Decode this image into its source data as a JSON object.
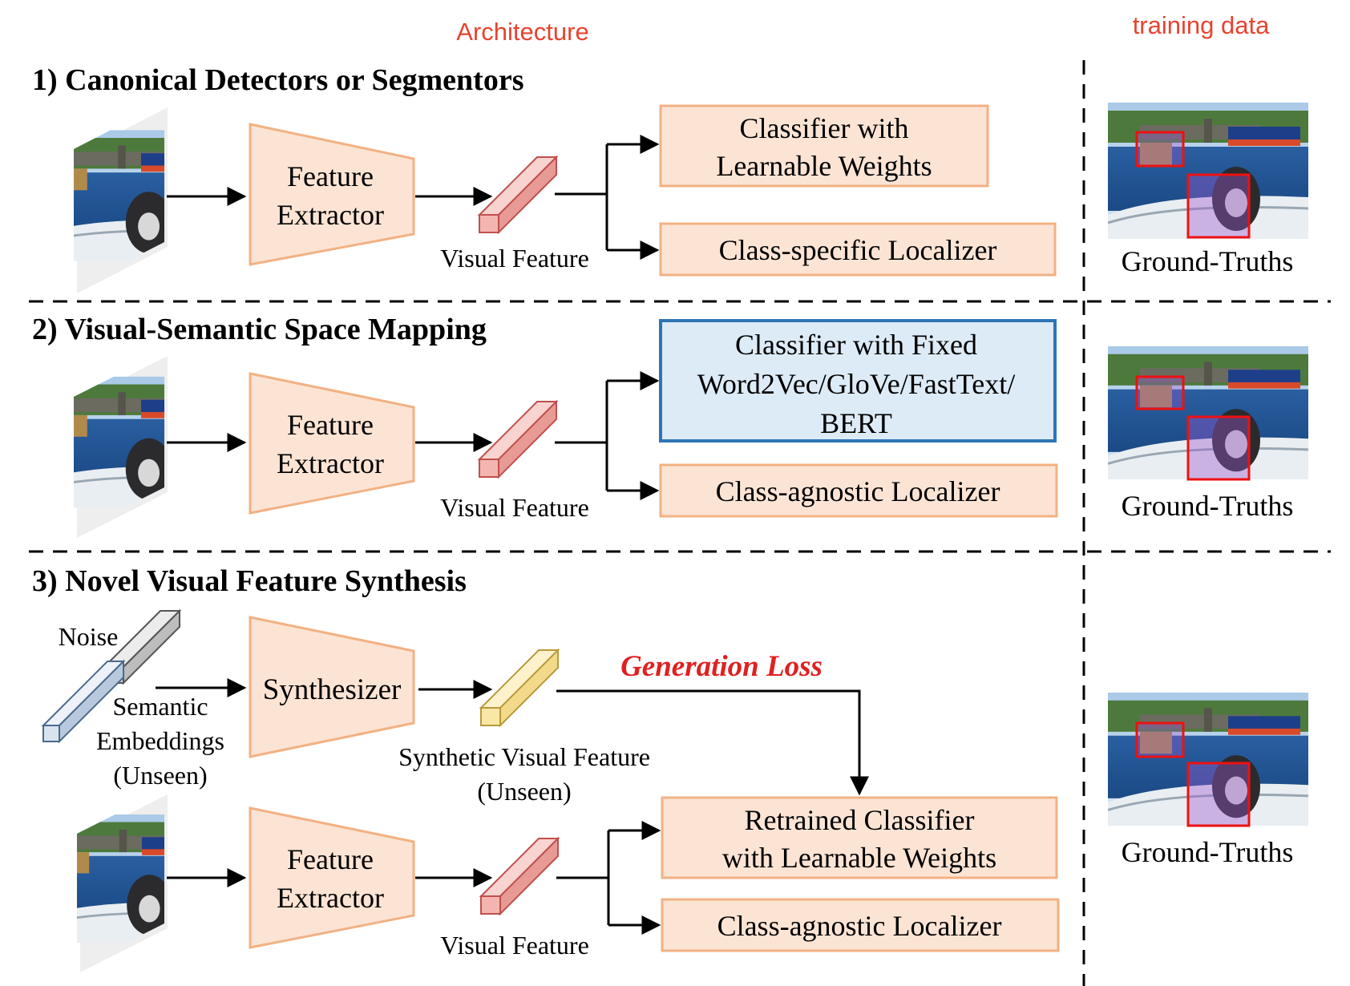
{
  "header": {
    "architecture": "Architecture",
    "training_data": "training data"
  },
  "colors": {
    "accent_red": "#e8432e",
    "box_fill": "#fce4d4",
    "box_stroke": "#f2b183",
    "blue_fill": "#ddebf7",
    "blue_stroke": "#2e75b6",
    "feature_pink": "#f4b5b0",
    "feature_yellow": "#fbe7a5",
    "noise_gray": "#d6d6d6",
    "embed_blue": "#d9e3ef",
    "loss_red": "#e02020"
  },
  "sections": [
    {
      "title": "1) Canonical Detectors or Segmentors",
      "extractor": [
        "Feature",
        "Extractor"
      ],
      "feature_label": "Visual Feature",
      "classifier": [
        "Classifier with",
        "Learnable Weights"
      ],
      "localizer": "Class-specific Localizer",
      "ground_truth": "Ground-Truths"
    },
    {
      "title": "2) Visual-Semantic Space Mapping",
      "extractor": [
        "Feature",
        "Extractor"
      ],
      "feature_label": "Visual Feature",
      "classifier": [
        "Classifier with Fixed",
        "Word2Vec/GloVe/FastText/",
        "BERT"
      ],
      "localizer": "Class-agnostic Localizer",
      "ground_truth": "Ground-Truths"
    },
    {
      "title": "3) Novel Visual Feature Synthesis",
      "noise": "Noise",
      "semantic": [
        "Semantic",
        "Embeddings",
        "(Unseen)"
      ],
      "synthesizer": "Synthesizer",
      "synthetic_feature": [
        "Synthetic Visual Feature",
        "(Unseen)"
      ],
      "loss": "Generation Loss",
      "extractor": [
        "Feature",
        "Extractor"
      ],
      "feature_label": "Visual Feature",
      "classifier": [
        "Retrained Classifier",
        "with Learnable Weights"
      ],
      "localizer": "Class-agnostic Localizer",
      "ground_truth": "Ground-Truths"
    }
  ]
}
